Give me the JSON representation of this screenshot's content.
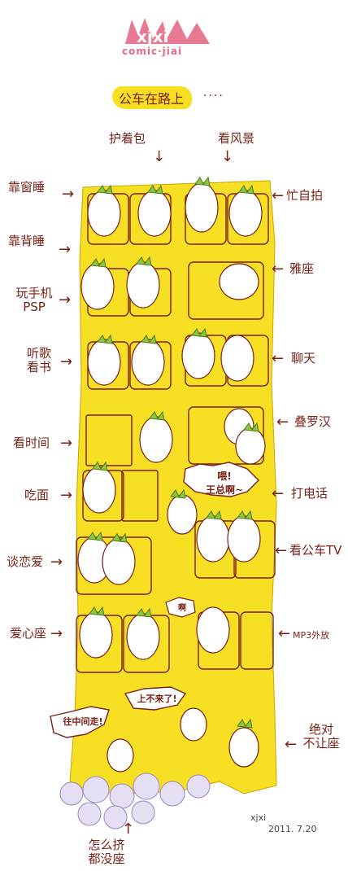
{
  "logo": {
    "main": "xjxi",
    "sub": "comic·jiai",
    "colors": {
      "pink": "#e46a86",
      "brown": "#7a1f16"
    }
  },
  "title": {
    "text": "公车在路上",
    "dots": "····"
  },
  "labels": {
    "protect_bag": "护着包",
    "view_scenery": "看风景",
    "sleep_window": "靠窗睡",
    "sleep_back": "靠背睡",
    "selfie": "忙自拍",
    "elegant_seat": "雅座",
    "phone_psp": "玩手机\nPSP",
    "music_book": "听歌\n看书",
    "chat": "聊天",
    "check_time": "看时间",
    "stack": "叠罗汉",
    "noodles": "吃面",
    "phone_call": "打电话",
    "love": "谈恋爱",
    "bus_tv": "看公车TV",
    "priority_seat": "爱心座",
    "mp3": "MP3外放",
    "never_give_seat": "绝对\n不让座",
    "no_seat": "怎么挤\n都没座"
  },
  "speech": {
    "hello_boss": "喂!\n王总啊~",
    "ah": "啊",
    "move_in": "往中间走!",
    "cant_get_on": "上不来了!"
  },
  "signature": {
    "name": "xjxi",
    "date": "2011. 7.20"
  },
  "colors": {
    "bus_yellow": "#f7df23",
    "ink": "#7a1f16",
    "lettuce": "#8cc63f"
  }
}
